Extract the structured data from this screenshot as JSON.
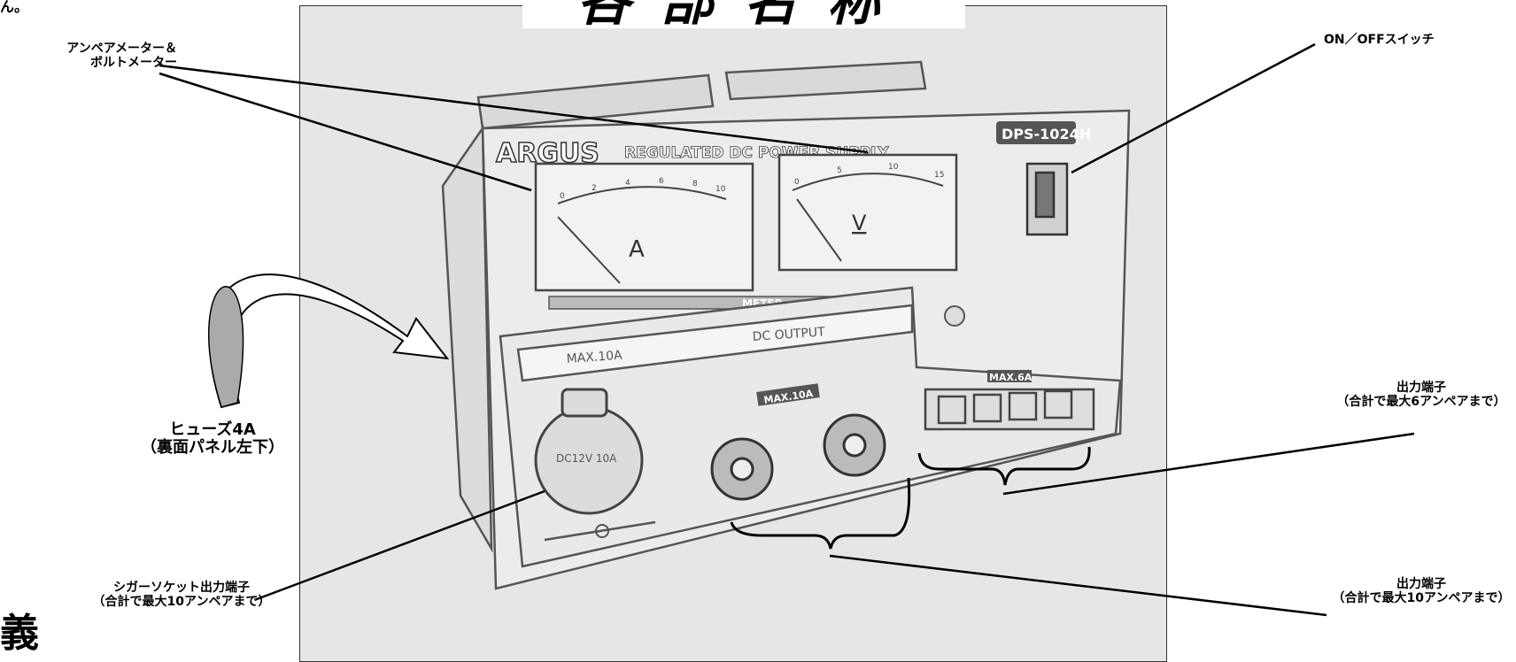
{
  "title": "各部名称",
  "fragments": {
    "top_left": "ん。",
    "bottom_left": "義"
  },
  "device": {
    "brand": "ARGUS",
    "subtitle": "REGULATED DC POWER SUPPLY",
    "model": "DPS-1024H",
    "meter_label": "METER",
    "ammeter_unit": "A",
    "voltmeter_unit": "V",
    "ammeter_scale": [
      "0",
      "2",
      "4",
      "6",
      "8",
      "10"
    ],
    "voltmeter_scale": [
      "0",
      "5",
      "10",
      "15"
    ],
    "output_bar_left": "MAX.10A",
    "output_bar_center": "DC OUTPUT",
    "binding_post_tag": "MAX.10A",
    "terminal_tag": "MAX.6A",
    "cigar_text": "DC12V 10A"
  },
  "callouts": {
    "meters": "アンペアメーター＆\nボルトメーター",
    "switch": "ON／OFFスイッチ",
    "fuse": "ヒューズ4A\n（裏面パネル左下）",
    "terminal_6a": "出力端子\n（合計で最大6アンペアまで）",
    "terminal_10a": "出力端子\n（合計で最大10アンペアまで）",
    "cigar": "シガーソケット出力端子\n（合計で最大10アンペアまで）"
  },
  "colors": {
    "panel_bg": "#e6e6e6",
    "ink": "#000000",
    "sketch": "#555555"
  }
}
